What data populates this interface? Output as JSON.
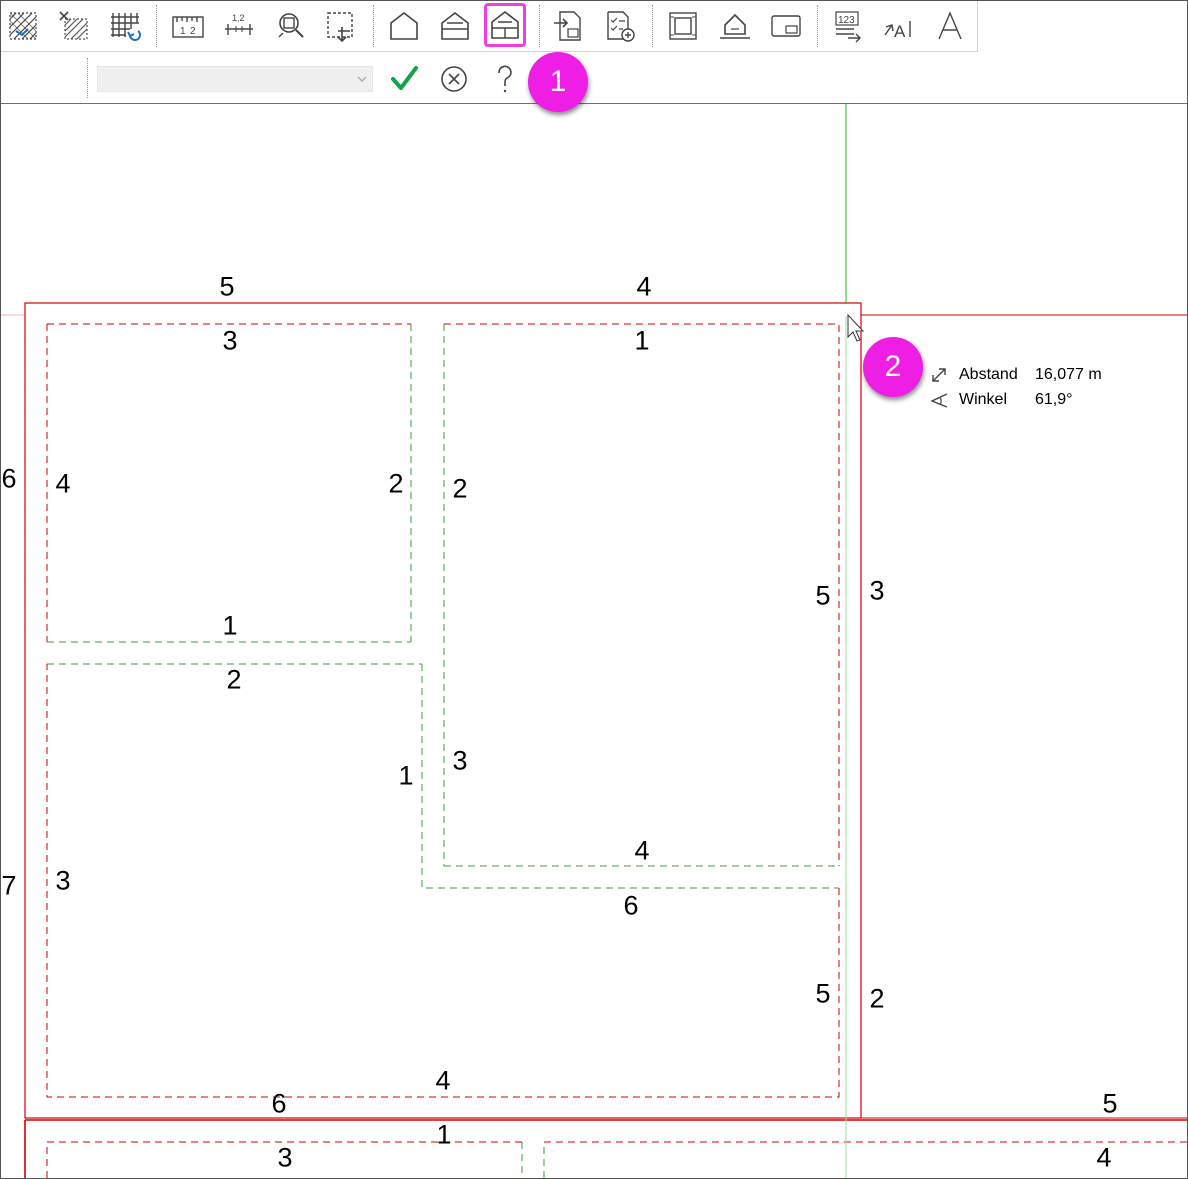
{
  "toolbar": {
    "buttons": [
      {
        "name": "hatch-pattern-icon"
      },
      {
        "name": "hatch-options-icon"
      },
      {
        "name": "grid-refresh-icon"
      },
      {
        "name": "ruler-scale-icon"
      },
      {
        "name": "dimension-line-icon"
      },
      {
        "name": "area-select-icon"
      },
      {
        "name": "selection-box-icon"
      },
      {
        "name": "house-outline-icon"
      },
      {
        "name": "house-floor-icon"
      },
      {
        "name": "house-rooms-icon",
        "active": true
      },
      {
        "name": "import-plan-icon"
      },
      {
        "name": "checklist-add-icon"
      },
      {
        "name": "layer-frame-icon"
      },
      {
        "name": "house-base-icon"
      },
      {
        "name": "window-panel-icon"
      },
      {
        "name": "number-sequence-icon"
      },
      {
        "name": "text-size-icon"
      },
      {
        "name": "text-letter-icon"
      }
    ]
  },
  "options_bar": {
    "combo_value": "",
    "confirm_icon": "checkmark-icon",
    "cancel_icon": "cancel-circle-icon",
    "help_icon": "help-question-icon"
  },
  "markers": {
    "first": "1",
    "second": "2"
  },
  "measurement": {
    "distance_label": "Abstand",
    "distance_value": "16,077 m",
    "angle_label": "Winkel",
    "angle_value": "61,9°"
  },
  "edge_labels": {
    "outer_top_left": "5",
    "outer_top_right": "4",
    "outer_left_upper": "6",
    "outer_left_lower": "7",
    "outer_right_upper": "3",
    "outer_right_lower": "2",
    "outer_bottom": "6",
    "r1_top": "3",
    "r1_left": "4",
    "r1_right": "2",
    "r1_bottom": "1",
    "r2_top": "1",
    "r2_left": "2",
    "r2_right": "5",
    "r2_left_lower": "3",
    "r2_bottom": "4",
    "r3_top": "2",
    "r3_inner_right": "1",
    "r3_left": "3",
    "r3_step": "6",
    "r3_right": "5",
    "r3_bottom": "4",
    "lower_top": "1",
    "lower_room_left": "3",
    "lower_far_right_top": "5",
    "lower_room_right": "4"
  },
  "colors": {
    "plan_red": "#d60000",
    "room_green": "#3c9b3c",
    "cursor_green": "#22bb22",
    "marker_magenta": "#ee1ee5",
    "confirm_green": "#15a14a"
  }
}
